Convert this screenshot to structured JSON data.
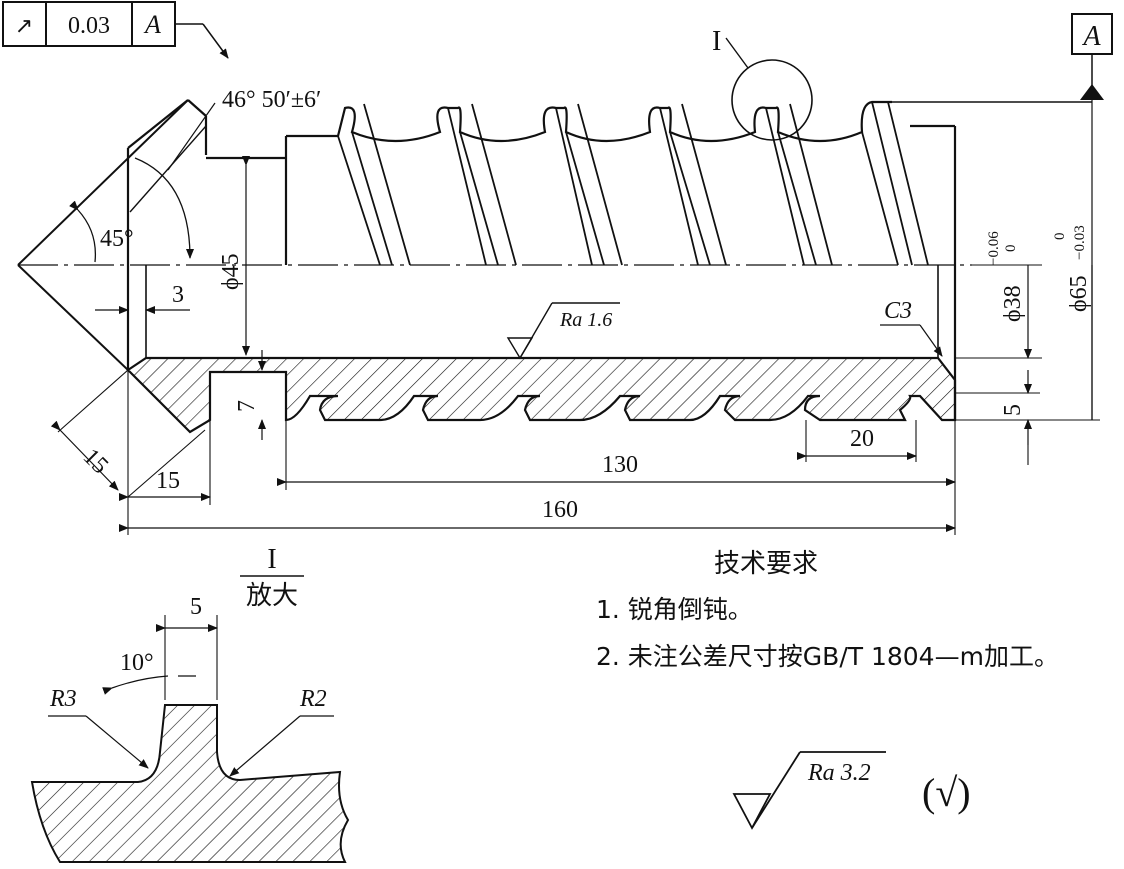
{
  "frame": {
    "symbol": "↗",
    "tolerance": "0.03",
    "datum": "A"
  },
  "datum_box": "A",
  "detail": {
    "label": "I",
    "sub": "放大",
    "callout": "I"
  },
  "dims": {
    "angle_main": "46° 50′±6′",
    "angle_45": "45°",
    "dia45": "ϕ45",
    "dim3": "3",
    "ra16": "Ra 1.6",
    "c3": "C3",
    "dia38_base": "ϕ38",
    "dia38_up": "−0.06",
    "dia38_low": "0",
    "dia65_base": "ϕ65",
    "dia65_up": "0",
    "dia65_low": "−0.03",
    "d7": "7",
    "d5": "5",
    "d20": "20",
    "d130": "130",
    "d160": "160",
    "d15a": "15",
    "d15b": "15"
  },
  "detail_dims": {
    "d5": "5",
    "ang10": "10°",
    "r3": "R3",
    "r2": "R2"
  },
  "requirements": {
    "title": "技术要求",
    "items": [
      "1. 锐角倒钝。",
      "2. 未注公差尺寸按GB/T 1804—m加工。"
    ]
  },
  "roughness": {
    "ra": "Ra 3.2",
    "paren": "(√)"
  }
}
